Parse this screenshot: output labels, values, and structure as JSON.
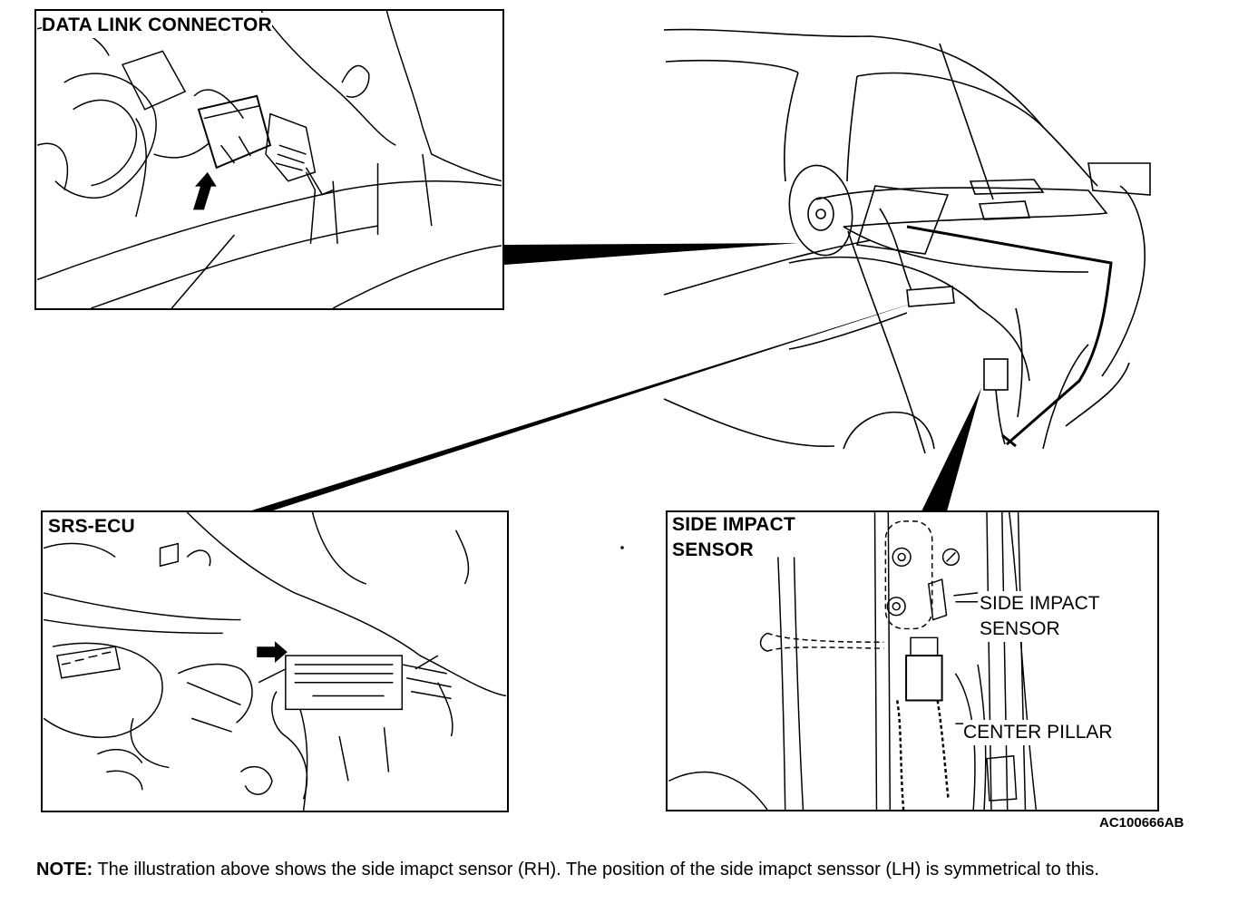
{
  "panels": {
    "data_link": {
      "title": "DATA LINK CONNECTOR"
    },
    "srs_ecu": {
      "title": "SRS-ECU"
    },
    "side_impact": {
      "title_line1": "SIDE IMPACT",
      "title_line2": "SENSOR",
      "callout_sensor_line1": "SIDE IMPACT",
      "callout_sensor_line2": "SENSOR",
      "callout_pillar": "CENTER PILLAR"
    }
  },
  "figure_code": "AC100666AB",
  "note": {
    "label": "NOTE:",
    "text": " The illustration above shows the side imapct sensor (RH). The position of the side imapct senssor (LH) is symmetrical to this."
  }
}
